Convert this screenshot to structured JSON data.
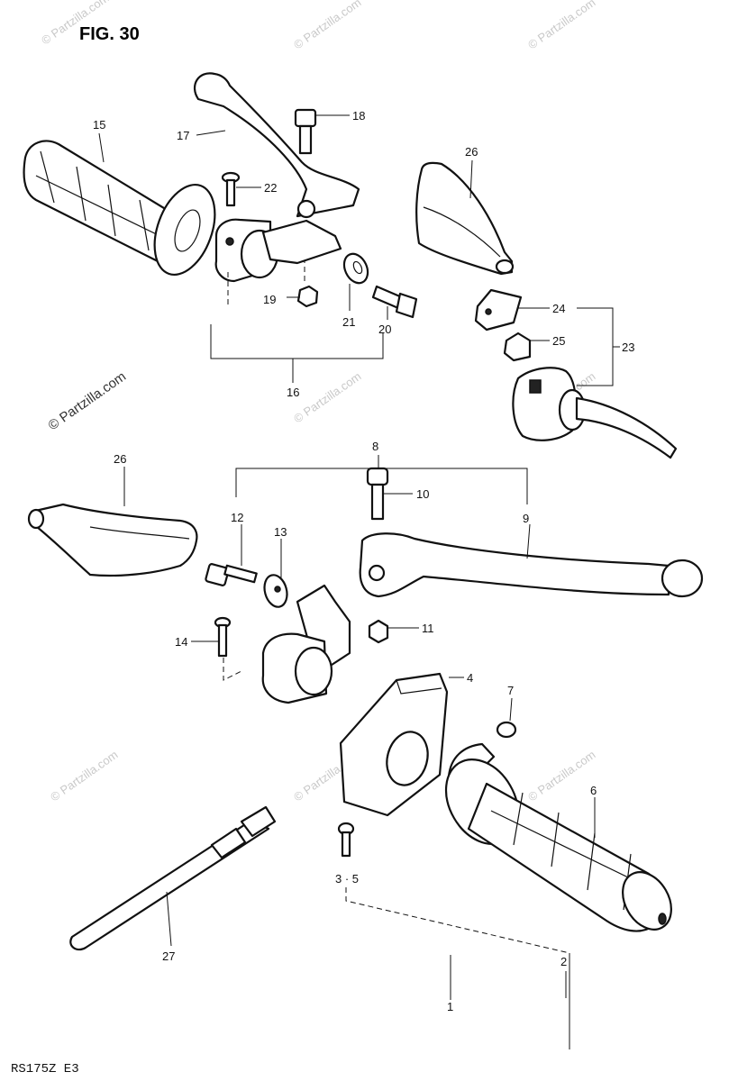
{
  "figure": {
    "title": "FIG. 30",
    "footer_model": "RS175Z E3",
    "watermark": "© Partzilla.com"
  },
  "callouts": {
    "c1": "1",
    "c2": "2",
    "c3_5": "3 · 5",
    "c4": "4",
    "c6": "6",
    "c7": "7",
    "c8": "8",
    "c9": "9",
    "c10": "10",
    "c11": "11",
    "c12": "12",
    "c13": "13",
    "c14": "14",
    "c15": "15",
    "c16": "16",
    "c17": "17",
    "c18": "18",
    "c19": "19",
    "c20": "20",
    "c21": "21",
    "c22": "22",
    "c23": "23",
    "c24": "24",
    "c25": "25",
    "c26_top": "26",
    "c26_left": "26",
    "c27": "27"
  }
}
